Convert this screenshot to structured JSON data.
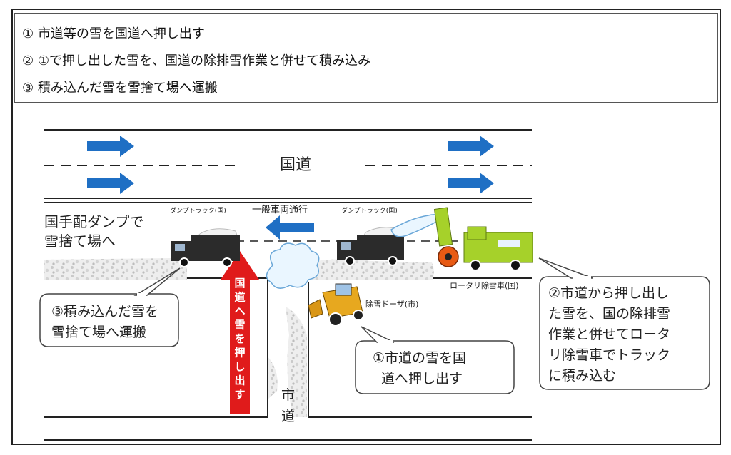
{
  "steps": [
    "① 市道等の雪を国道へ押し出す",
    "② ①で押し出した雪を、国道の除排雪作業と併せて積み込み",
    "③ 積み込んだ雪を雪捨て場へ運搬"
  ],
  "road_labels": {
    "national_road": "国道",
    "city_road_1": "市",
    "city_road_2": "道",
    "traffic": "一般車両通行"
  },
  "vehicle_labels": {
    "dump_truck_left": "ダンプトラック(国)",
    "dump_truck_right": "ダンプトラック(国)",
    "rotary": "ロータリ除雪車(国)",
    "dozer": "除雪ドーザ(市)"
  },
  "side_label": [
    "国手配ダンプで",
    "雪捨て場へ"
  ],
  "red_arrow_text": [
    "国",
    "道",
    "へ",
    "雪",
    "を",
    "押",
    "し",
    "出",
    "す"
  ],
  "callouts": {
    "c1": [
      "①市道の雪を国",
      "道へ押し出す"
    ],
    "c2": [
      "②市道から押し出し",
      "た雪を、国の除排雪",
      "作業と併せてロータ",
      "リ除雪車でトラック",
      "に積み込む"
    ],
    "c3": [
      "③積み込んだ雪を",
      "雪捨て場へ運搬"
    ]
  },
  "colors": {
    "flow_arrow": "#1f6fc4",
    "push_arrow": "#e01b1b",
    "truck": "#2b2b2b",
    "rotary": "#a6d12a",
    "dozer": "#e7a81f"
  }
}
